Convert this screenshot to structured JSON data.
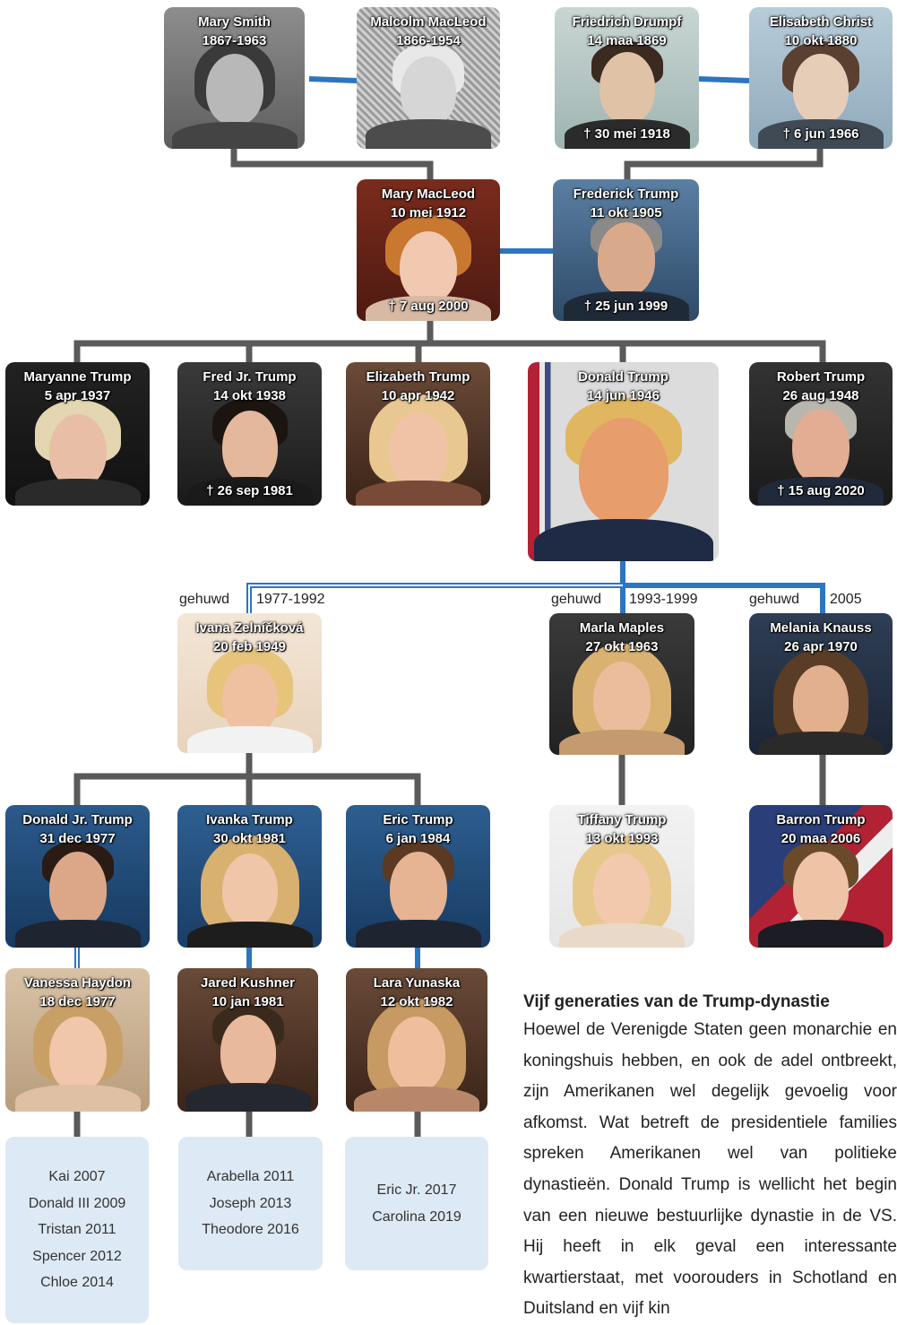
{
  "people": {
    "mary_smith": {
      "name": "Mary Smith",
      "born": "1867-1963",
      "died": ""
    },
    "malcolm_macleod": {
      "name": "Malcolm MacLeod",
      "born": "1866-1954",
      "died": ""
    },
    "friedrich_drumpf": {
      "name": "Friedrich Drumpf",
      "born": "14 maa 1869",
      "died": "† 30 mei 1918"
    },
    "elisabeth_christ": {
      "name": "Elisabeth Christ",
      "born": "10 okt 1880",
      "died": "† 6 jun 1966"
    },
    "mary_macleod": {
      "name": "Mary MacLeod",
      "born": "10 mei 1912",
      "died": "† 7 aug 2000"
    },
    "frederick_trump": {
      "name": "Frederick Trump",
      "born": "11 okt 1905",
      "died": "† 25 jun 1999"
    },
    "maryanne_trump": {
      "name": "Maryanne Trump",
      "born": "5 apr 1937",
      "died": ""
    },
    "fred_jr_trump": {
      "name": "Fred Jr. Trump",
      "born": "14 okt 1938",
      "died": "† 26 sep 1981"
    },
    "elizabeth_trump": {
      "name": "Elizabeth Trump",
      "born": "10 apr 1942",
      "died": ""
    },
    "donald_trump": {
      "name": "Donald Trump",
      "born": "14 jun 1946",
      "died": ""
    },
    "robert_trump": {
      "name": "Robert Trump",
      "born": "26 aug 1948",
      "died": "† 15 aug 2020"
    },
    "ivana": {
      "name": "Ivana Zelníčková",
      "born": "20 feb 1949",
      "died": ""
    },
    "marla_maples": {
      "name": "Marla Maples",
      "born": "27 okt 1963",
      "died": ""
    },
    "melania_knauss": {
      "name": "Melania Knauss",
      "born": "26 apr 1970",
      "died": ""
    },
    "donald_jr": {
      "name": "Donald Jr. Trump",
      "born": "31 dec 1977",
      "died": ""
    },
    "ivanka_trump": {
      "name": "Ivanka Trump",
      "born": "30 okt 1981",
      "died": ""
    },
    "eric_trump": {
      "name": "Eric Trump",
      "born": "6 jan 1984",
      "died": ""
    },
    "tiffany_trump": {
      "name": "Tiffany Trump",
      "born": "13 okt 1993",
      "died": ""
    },
    "barron_trump": {
      "name": "Barron Trump",
      "born": "20 maa 2006",
      "died": ""
    },
    "vanessa_haydon": {
      "name": "Vanessa Haydon",
      "born": "18 dec 1977",
      "died": ""
    },
    "jared_kushner": {
      "name": "Jared Kushner",
      "born": "10 jan 1981",
      "died": ""
    },
    "lara_yunaska": {
      "name": "Lara Yunaska",
      "born": "12 okt 1982",
      "died": ""
    }
  },
  "marriages": {
    "ivana": {
      "label": "gehuwd",
      "years": "1977-1992"
    },
    "marla": {
      "label": "gehuwd",
      "years": "1993-1999"
    },
    "melania": {
      "label": "gehuwd",
      "years": "2005"
    }
  },
  "grandchildren": {
    "donald_jr": [
      "Kai 2007",
      "Donald III 2009",
      "Tristan 2011",
      "Spencer 2012",
      "Chloe 2014"
    ],
    "ivanka": [
      "Arabella 2011",
      "Joseph 2013",
      "Theodore 2016"
    ],
    "eric": [
      "Eric Jr. 2017",
      "Carolina 2019"
    ]
  },
  "article": {
    "title": "Vijf generaties van de Trump-dynastie",
    "body": "Hoewel de Verenigde Staten geen monar­chie en koningshuis hebben, en ook de adel ontbreekt, zijn Amerikanen wel degelijk ge­voelig voor afkomst. Wat betreft de presi­dentiele families spreken Amerikanen wel van politieke dynastieën. Donald Trump is wellicht het begin van een nieuwe bestuur­lijke dynastie in de VS. Hij heeft in elk geval een interessante kwartierstaat, met voorou­ders in Schotland en Duitsland en vijf kin­"
  },
  "colors": {
    "lineGray": "#5a5a5a",
    "lineBlue": "#2e75c0",
    "kidsBg": "#dde9f5"
  }
}
